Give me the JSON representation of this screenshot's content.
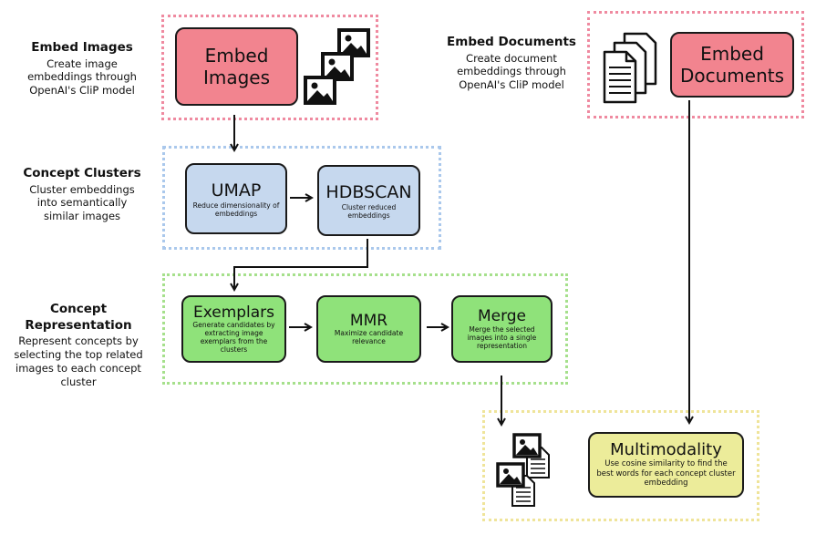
{
  "embed_images": {
    "title": "Embed Images",
    "desc_lines": [
      "Create image",
      "embeddings through",
      "OpenAI's CliP model"
    ],
    "box_lines": [
      "Embed",
      "Images"
    ]
  },
  "embed_documents": {
    "title": "Embed Documents",
    "desc_lines": [
      "Create document",
      "embeddings through",
      "OpenAI's CliP model"
    ],
    "box_lines": [
      "Embed",
      "Documents"
    ]
  },
  "concept_clusters": {
    "title": "Concept Clusters",
    "desc_lines": [
      "Cluster embeddings",
      "into semantically",
      "similar images"
    ],
    "umap": {
      "label": "UMAP",
      "desc": "Reduce dimensionality of embeddings"
    },
    "hdbscan": {
      "label": "HDBSCAN",
      "desc": "Cluster reduced embeddings"
    }
  },
  "concept_representation": {
    "title": "Concept Representation",
    "desc_lines": [
      "Represent concepts by",
      "selecting the top related",
      "images to each concept",
      "cluster"
    ],
    "exemplars": {
      "label": "Exemplars",
      "desc": "Generate candidates by extracting image exemplars from the clusters"
    },
    "mmr": {
      "label": "MMR",
      "desc": "Maximize candidate relevance"
    },
    "merge": {
      "label": "Merge",
      "desc": "Merge the selected images into a single representation"
    }
  },
  "multimodality": {
    "label": "Multimodality",
    "desc": "Use cosine similarity to find the best words for each concept cluster embedding"
  },
  "colors": {
    "pink": "#f2848f",
    "blue": "#c6d8ee",
    "green": "#8fe27a",
    "yellow": "#ecec9a"
  },
  "icons": [
    "image-icon",
    "document-icon",
    "image-document-icon"
  ]
}
